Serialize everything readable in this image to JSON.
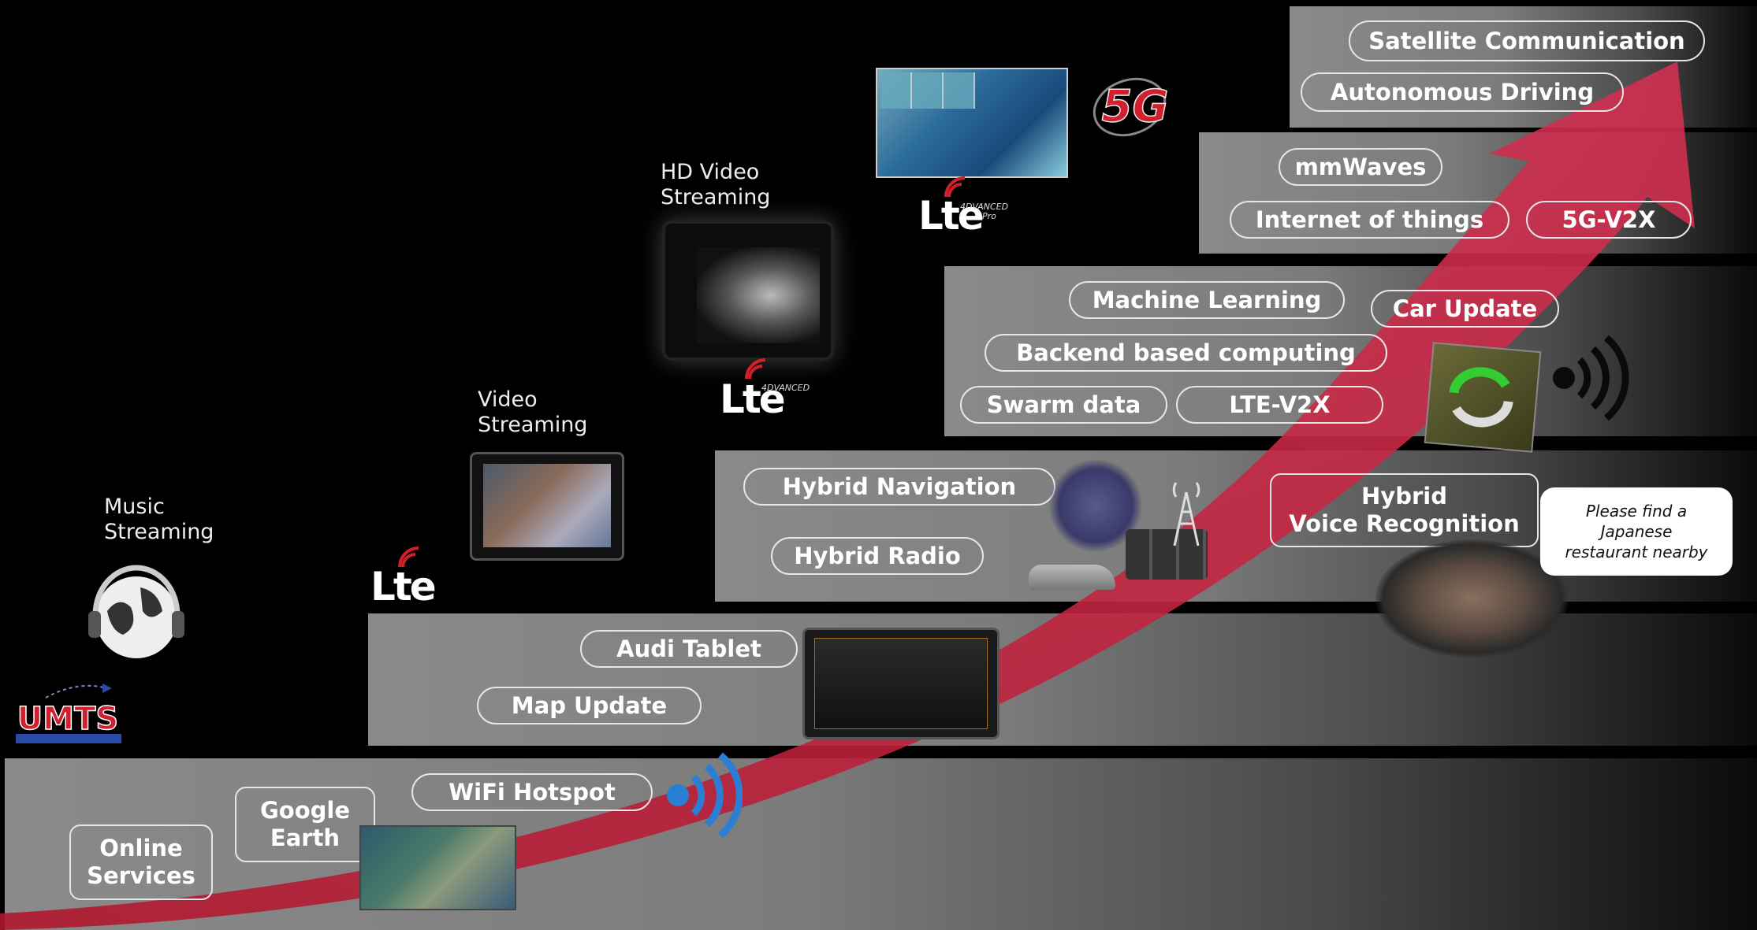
{
  "tiers": {
    "t1": {
      "online_services": "Online\nServices",
      "google_earth": "Google\nEarth",
      "wifi_hotspot": "WiFi Hotspot"
    },
    "t2": {
      "audi_tablet": "Audi Tablet",
      "map_update": "Map Update"
    },
    "t3": {
      "hybrid_navigation": "Hybrid Navigation",
      "hybrid_radio": "Hybrid Radio",
      "hybrid_voice": "Hybrid\nVoice Recognition"
    },
    "t4": {
      "machine_learning": "Machine Learning",
      "car_update": "Car Update",
      "backend_computing": "Backend based computing",
      "swarm_data": "Swarm data",
      "lte_v2x": "LTE-V2X"
    },
    "t5": {
      "mmwaves": "mmWaves",
      "iot": "Internet of things",
      "v2x_5g": "5G-V2X"
    },
    "t6": {
      "satellite": "Satellite Communication",
      "autonomous": "Autonomous Driving"
    }
  },
  "labels": {
    "music": "Music\nStreaming",
    "video": "Video\nStreaming",
    "hd_video": "HD Video\nStreaming"
  },
  "logos": {
    "umts": "UMTS",
    "lte": "Lte",
    "lte_advanced": "4DVANCED",
    "lte_advanced_pro": "4DVANCED",
    "pro": "Pro",
    "fiveg": "5G"
  },
  "speech_bubble": "Please find a Japanese\nrestaurant nearby",
  "colors": {
    "arrow": "#c02040",
    "step_gray": "#8a8a8a",
    "wifi_blue": "#2a7fd4",
    "umts_red": "#d0202e",
    "umts_blue": "#2a4aa8"
  }
}
